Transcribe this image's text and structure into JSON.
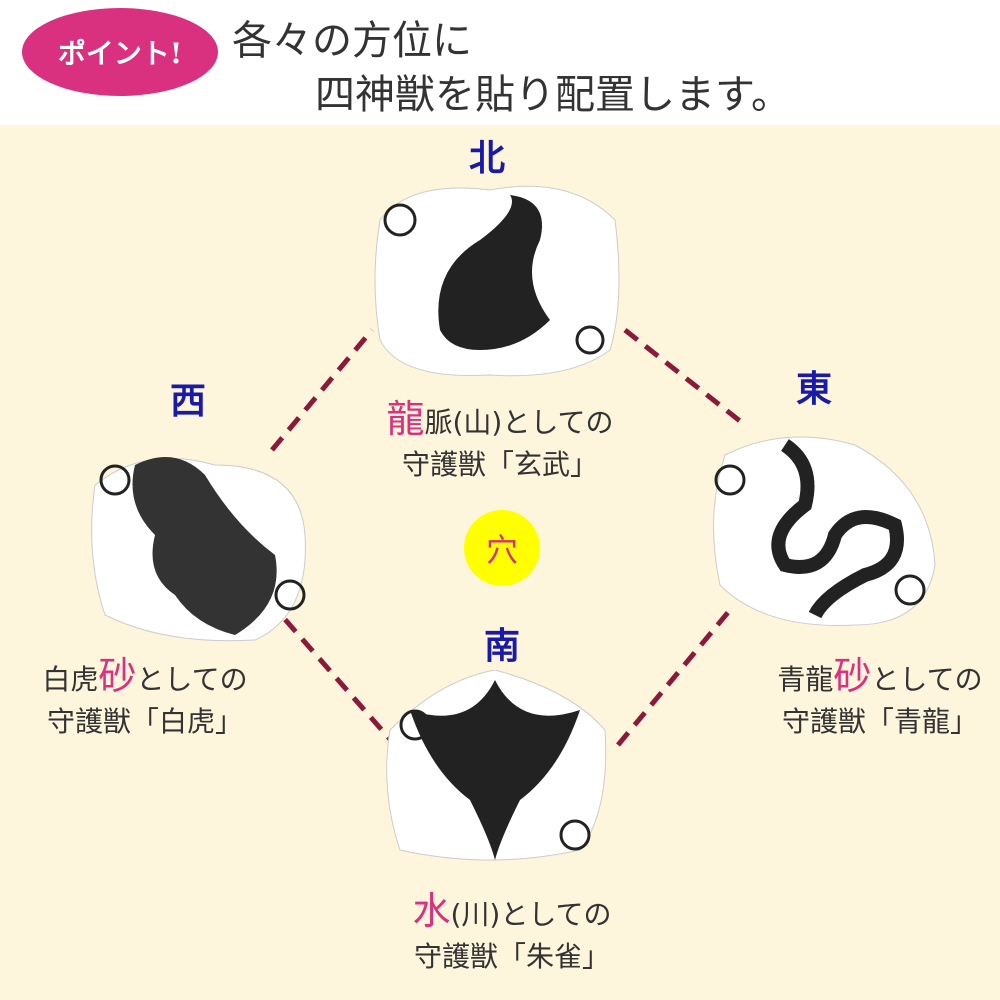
{
  "header": {
    "badge": "ポイント!",
    "title_line1": "各々の方位に",
    "title_line2": "四神獣を貼り配置します。"
  },
  "directions": {
    "north": "北",
    "west": "西",
    "east": "東",
    "south": "南"
  },
  "center": "穴",
  "captions": {
    "north": {
      "hl": "龍",
      "rest": "脈(山)としての",
      "line2": "守護獣「玄武」"
    },
    "west": {
      "pre": "白虎",
      "hl": "砂",
      "rest": "としての",
      "line2": "守護獣「白虎」"
    },
    "east": {
      "pre": "青龍",
      "hl": "砂",
      "rest": "としての",
      "line2": "守護獣「青龍」"
    },
    "south": {
      "hl": "水",
      "rest": "(川)としての",
      "line2": "守護獣「朱雀」"
    }
  },
  "colors": {
    "accent": "#d9307f",
    "direction": "#1a1aa8",
    "line": "#8b1a3a",
    "center": "#ffff00"
  }
}
